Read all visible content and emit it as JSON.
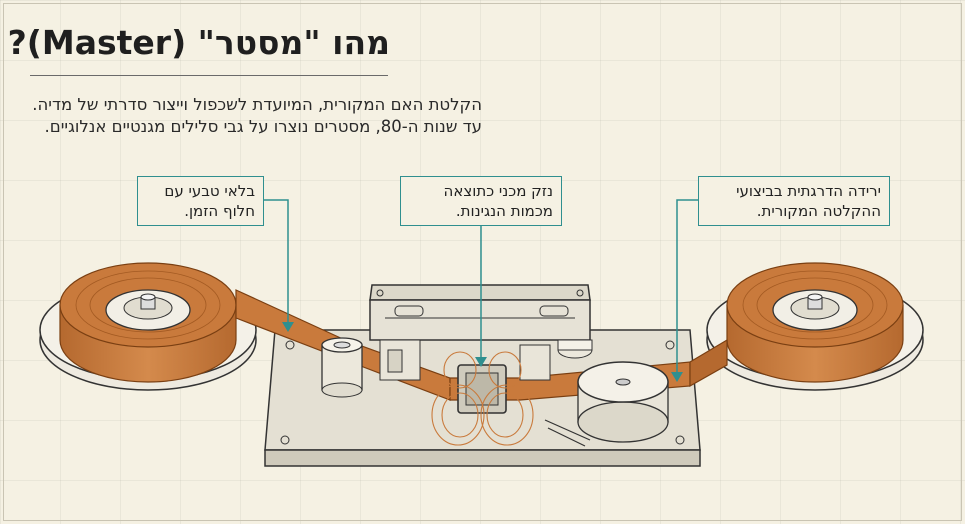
{
  "title": "מהו \"מסטר\" (Master)?",
  "intro": {
    "line1": "הקלטת האם המקורית, המיועדת לשכפול וייצור סדרתי של מדיה.",
    "line2": "עד שנות ה-80, מסטרים נוצרו על גבי סלילים מגנטיים אנלוגיים."
  },
  "callouts": {
    "left": {
      "line1": "בלאי טבעי עם",
      "line2": "חלוף הזמן."
    },
    "center": {
      "line1": "נזק מכני כתוצאה",
      "line2": "מכמות הנגינות."
    },
    "right": {
      "line1": "ירידה הדרגתית בביצועי",
      "line2": "ההקלטה המקורית."
    }
  },
  "colors": {
    "accent": "#2f8f8f",
    "tape": "#c97a3c",
    "tape_dark": "#a35a22",
    "background": "#f5f1e3"
  },
  "icons": [
    "tape-reel-left-icon",
    "tape-reel-right-icon",
    "tape-head-icon",
    "capstan-icon",
    "magnetic-field-icon"
  ]
}
